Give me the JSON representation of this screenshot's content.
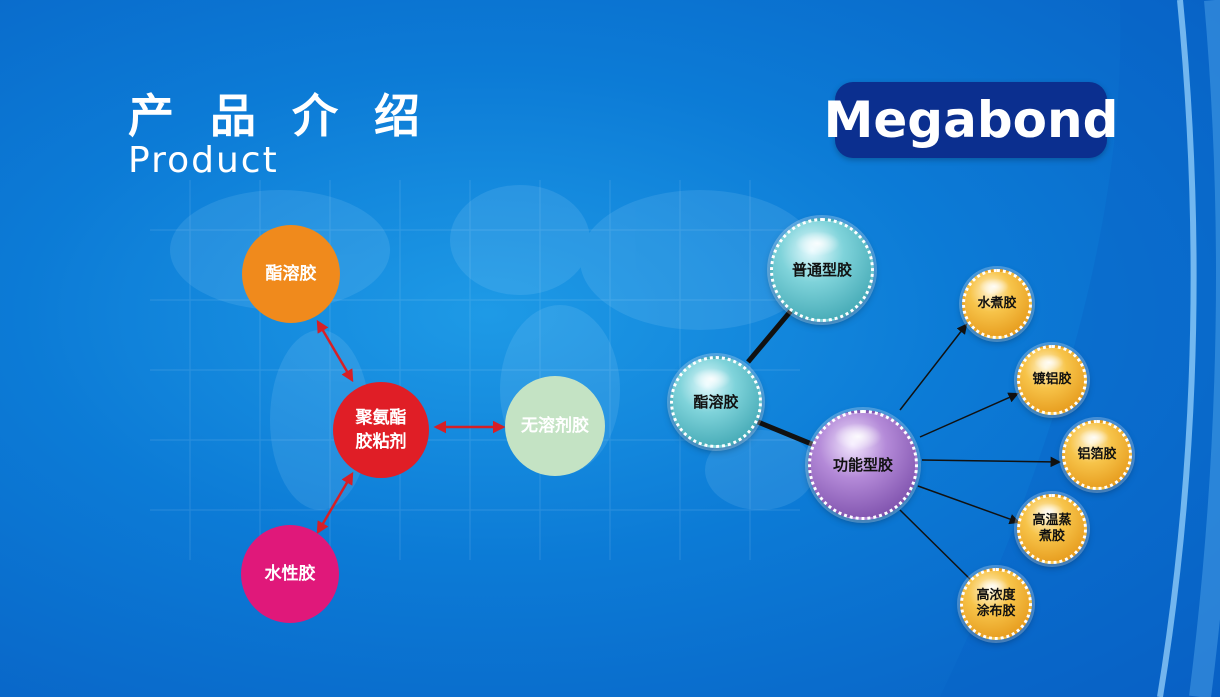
{
  "header": {
    "title_cn": "产 品 介 绍",
    "title_en": "Product"
  },
  "brand": {
    "name": "Megabond"
  },
  "left_diagram": {
    "center": {
      "line1": "聚氨酯",
      "line2": "胶粘剂",
      "color": "#e01e26"
    },
    "top": {
      "label": "酯溶胶",
      "color": "#f08a1c"
    },
    "bottom": {
      "label": "水性胶",
      "color": "#e0187a"
    },
    "right": {
      "label": "无溶剂胶",
      "color": "#c4e3c4"
    },
    "arrow_color": "#d71f26"
  },
  "right_diagram": {
    "root": {
      "label": "酯溶胶",
      "color": "#48b8c2"
    },
    "general": {
      "label": "普通型胶",
      "color": "#48b8c2"
    },
    "functional": {
      "label": "功能型胶",
      "color": "#8a5cb8"
    },
    "children": [
      {
        "label": "水煮胶"
      },
      {
        "label": "镀铝胶"
      },
      {
        "label": "铝箔胶"
      },
      {
        "line1": "高温蒸",
        "line2": "煮胶"
      },
      {
        "line1": "高浓度",
        "line2": "涂布胶"
      }
    ],
    "child_color": "#f3a516"
  }
}
